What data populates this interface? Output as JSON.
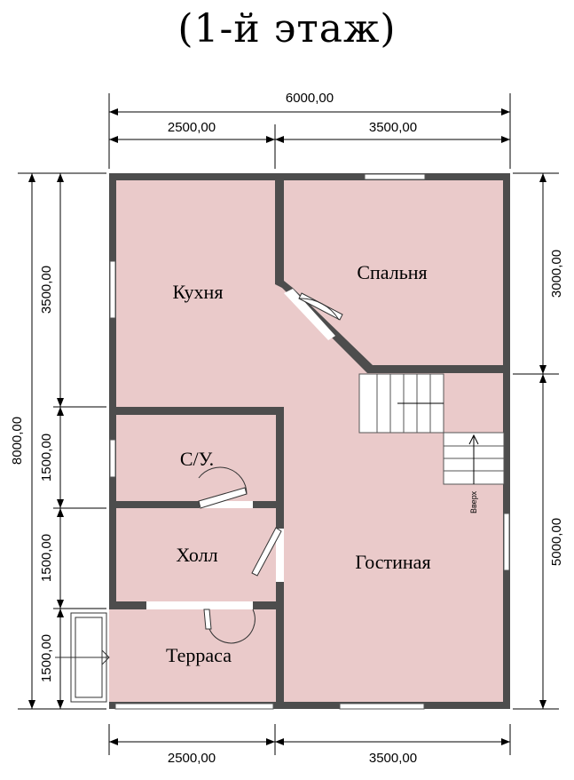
{
  "title": "(1-й этаж)",
  "dimensions": {
    "top_total": "6000,00",
    "top_left": "2500,00",
    "top_right": "3500,00",
    "bottom_left": "2500,00",
    "bottom_right": "3500,00",
    "left_total": "8000,00",
    "left_1": "3500,00",
    "left_2": "1500,00",
    "left_3": "1500,00",
    "left_4": "1500,00",
    "right_1": "3000,00",
    "right_2": "5000,00"
  },
  "rooms": {
    "kitchen": "Кухня",
    "bedroom": "Спальня",
    "wc": "С/У.",
    "hall": "Холл",
    "terrace": "Терраса",
    "living": "Гостиная"
  },
  "stair_label": "Вверх",
  "colors": {
    "floor": "#eacaca",
    "wall": "#4d4d4d"
  }
}
